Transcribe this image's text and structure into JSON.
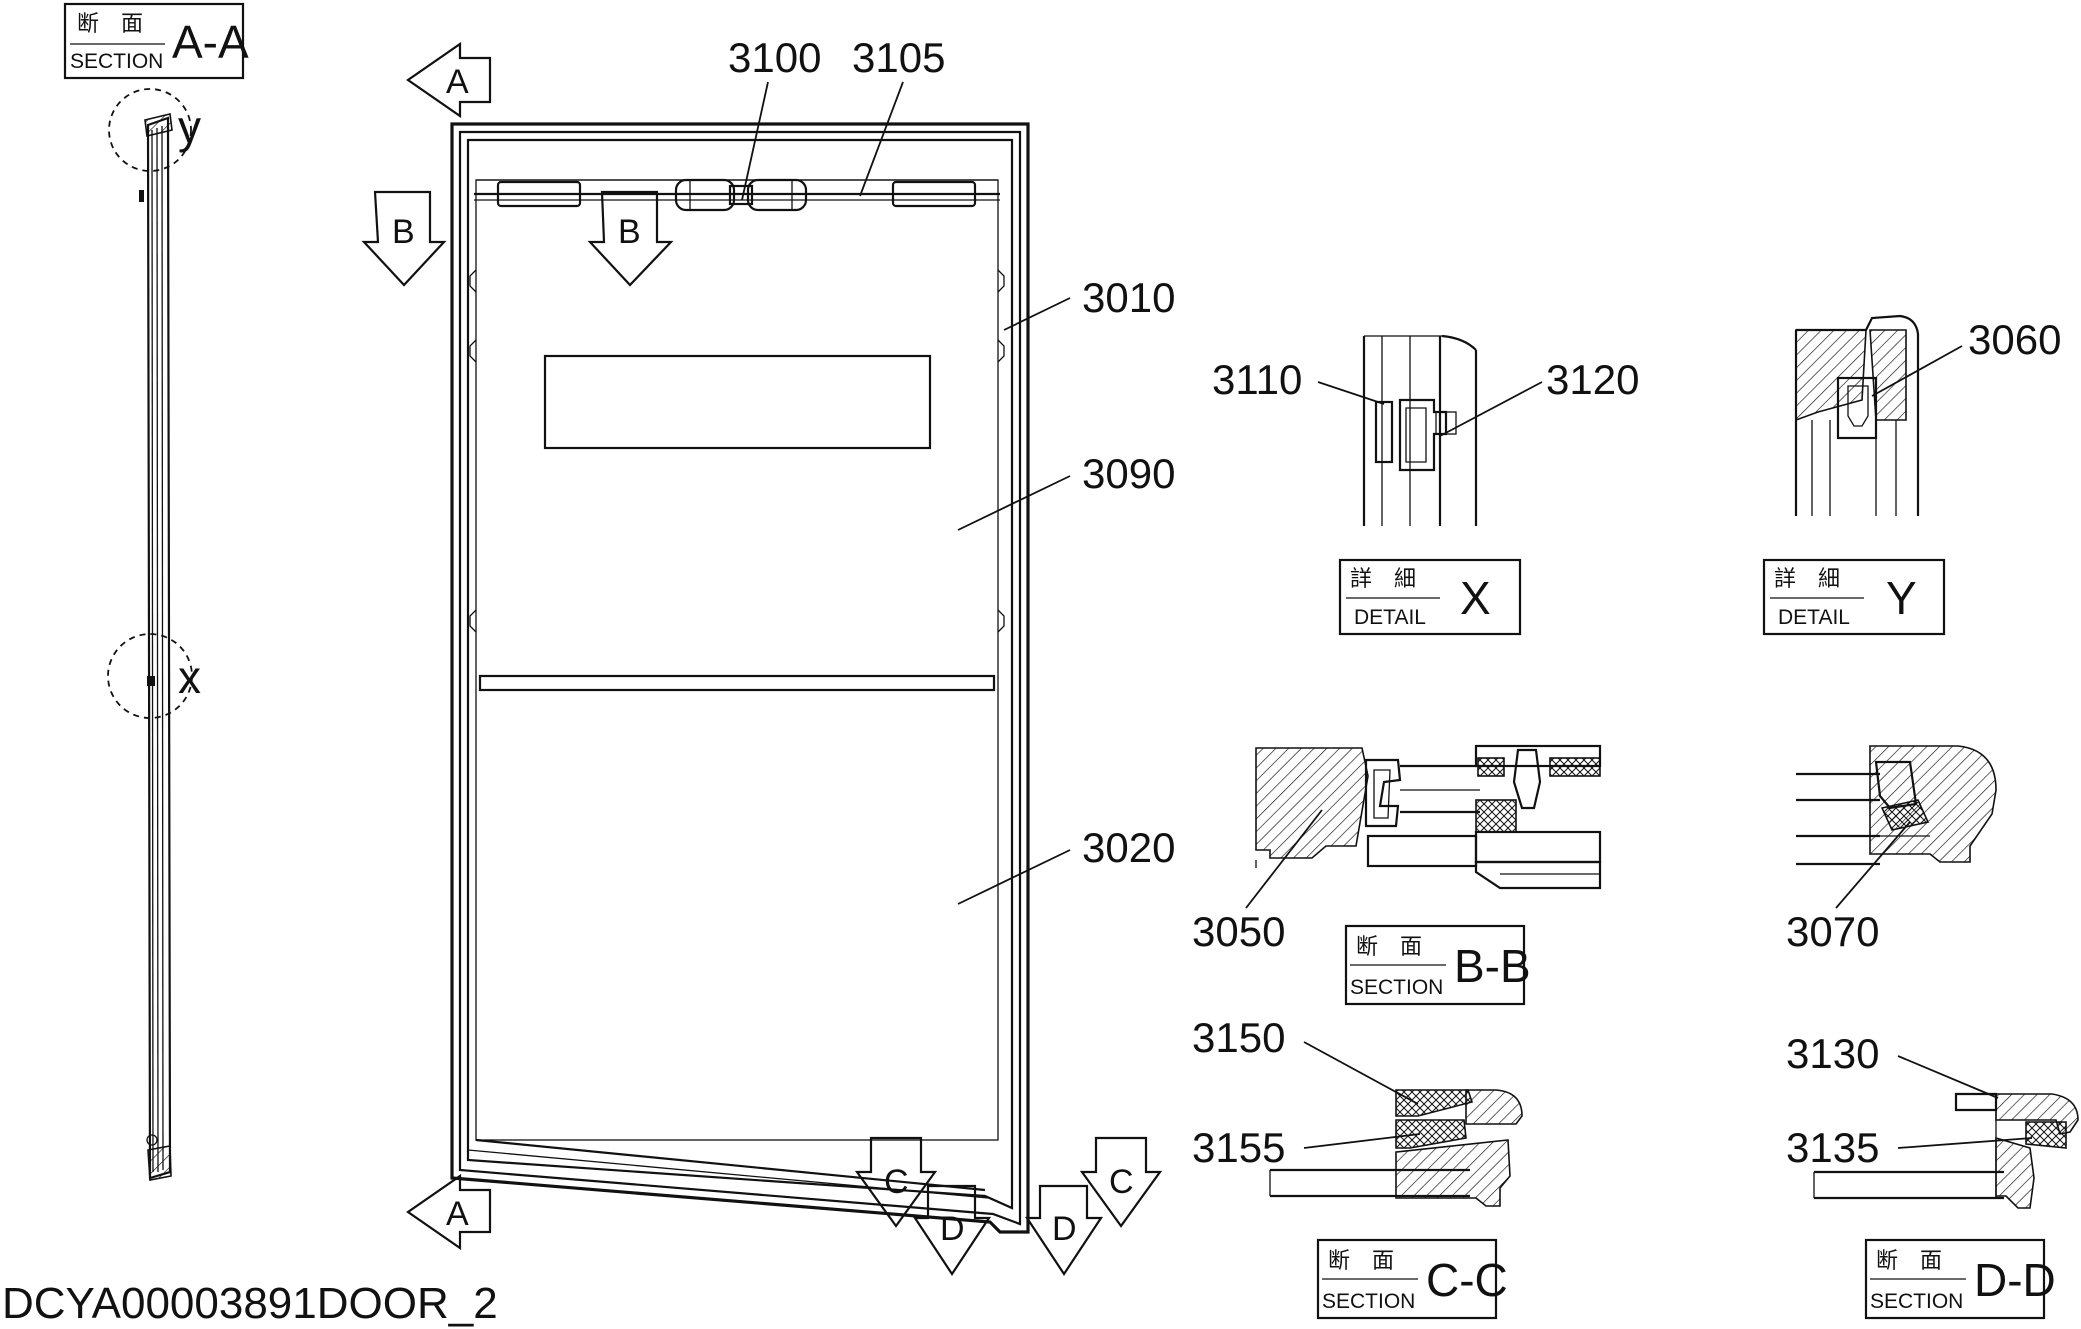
{
  "drawing_id": "DCYA00003891DOOR_2",
  "section_aa": {
    "jp": "断　面",
    "en": "SECTION",
    "id": "A-A",
    "details": [
      "y",
      "x"
    ]
  },
  "cut_markers": {
    "a": "A",
    "b": "B",
    "c": "C",
    "d": "D"
  },
  "callouts": {
    "c3100": "3100",
    "c3105": "3105",
    "c3010": "3010",
    "c3090": "3090",
    "c3020": "3020",
    "c3110": "3110",
    "c3120": "3120",
    "c3060": "3060",
    "c3050": "3050",
    "c3070": "3070",
    "c3150": "3150",
    "c3155": "3155",
    "c3130": "3130",
    "c3135": "3135"
  },
  "detail_x": {
    "jp": "詳　細",
    "en": "DETAIL",
    "id": "X"
  },
  "detail_y": {
    "jp": "詳　細",
    "en": "DETAIL",
    "id": "Y"
  },
  "section_bb": {
    "jp": "断　面",
    "en": "SECTION",
    "id": "B-B"
  },
  "section_cc": {
    "jp": "断　面",
    "en": "SECTION",
    "id": "C-C"
  },
  "section_dd": {
    "jp": "断　面",
    "en": "SECTION",
    "id": "D-D"
  }
}
